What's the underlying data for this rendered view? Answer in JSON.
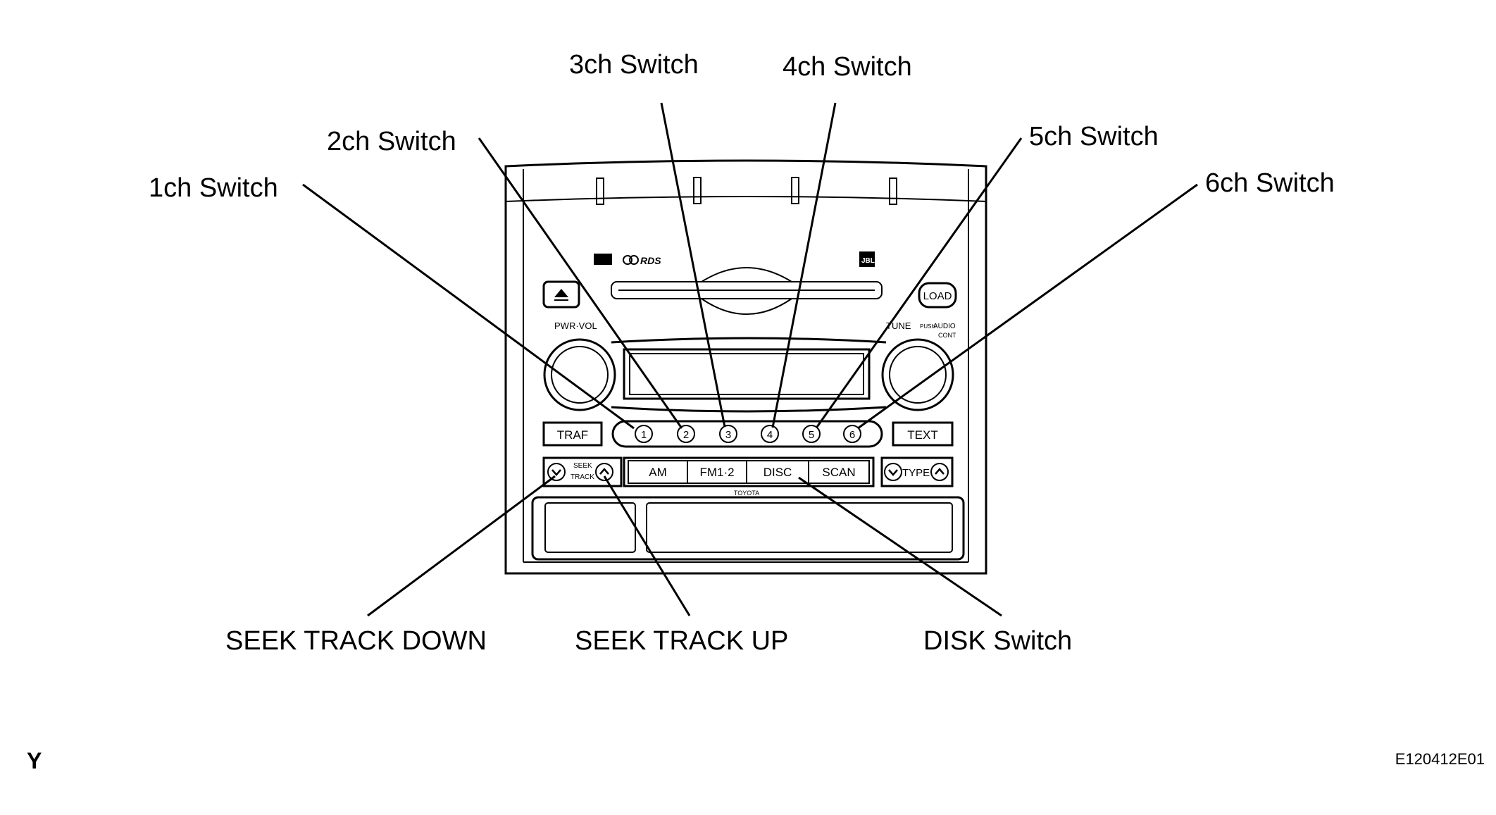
{
  "callouts": {
    "ch1": "1ch Switch",
    "ch2": "2ch Switch",
    "ch3": "3ch Switch",
    "ch4": "4ch Switch",
    "ch5": "5ch Switch",
    "ch6": "6ch Switch",
    "seek_down": "SEEK TRACK DOWN",
    "seek_up": "SEEK TRACK UP",
    "disk": "DISK Switch"
  },
  "unit": {
    "eject_symbol": "⏏",
    "rds_logo": "RDS",
    "jbl_logo": "JBL",
    "load": "LOAD",
    "pwr_vol": "PWR·VOL",
    "tune": "TUNE",
    "push": "PUSH",
    "audio": "AUDIO",
    "cont": "CONT",
    "traf": "TRAF",
    "text": "TEXT",
    "presets": [
      "1",
      "2",
      "3",
      "4",
      "5",
      "6"
    ],
    "seek": "SEEK",
    "track": "TRACK",
    "am": "AM",
    "fm": "FM1·2",
    "disc": "DISC",
    "scan": "SCAN",
    "type": "TYPE",
    "brand": "TOYOTA"
  },
  "footer": {
    "corner_letter": "Y",
    "figure_code": "E120412E01"
  }
}
